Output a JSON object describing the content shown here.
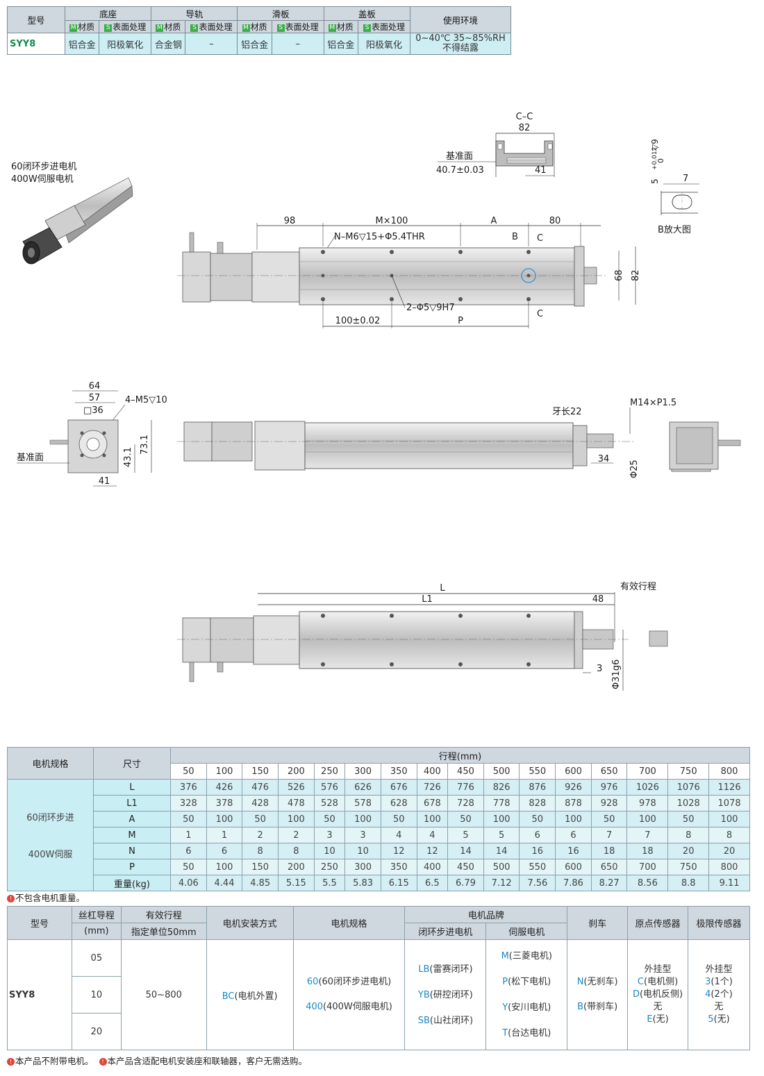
{
  "spec": {
    "h_model": "型号",
    "h_base": "底座",
    "h_rail": "导轨",
    "h_slider": "滑板",
    "h_cover": "盖板",
    "h_env": "使用环境",
    "sub_m": "材质",
    "sub_s": "表面处理",
    "badge_m": "M",
    "badge_s": "S",
    "model": "SYY8",
    "base_m": "铝合金",
    "base_s": "阳极氧化",
    "rail_m": "合金钢",
    "rail_s": "–",
    "slider_m": "铝合金",
    "slider_s": "–",
    "cover_m": "铝合金",
    "cover_s": "阳极氧化",
    "env_1": "0~40℃  35~85%RH",
    "env_2": "不得结露"
  },
  "motor_caption": {
    "line1": "60闭环步进电机",
    "line2": "400W伺服电机"
  },
  "drawing": {
    "cc_title": "C–C",
    "cc_82": "82",
    "cc_ref": "基准面",
    "cc_407": "40.7±0.03",
    "cc_41": "41",
    "b_tol": "+0.012",
    "b_zero": "0",
    "b_5": "5",
    "b_9": "▽9",
    "b_7": "7",
    "b_title": "B放大图",
    "d98": "98",
    "dMx100": "M×100",
    "dA": "A",
    "d80": "80",
    "holes": "N–M6▽15+Φ5.4THR",
    "lblB": "B",
    "lblC": "C",
    "pins": "2–Φ5▽9H7",
    "d100": "100±0.02",
    "dP": "P",
    "d68": "68",
    "d82": "82",
    "e64": "64",
    "e57": "57",
    "e36": "□36",
    "e_m5": "4–M5▽10",
    "e_ref": "基准面",
    "e431": "43.1",
    "e731": "73.1",
    "e41": "41",
    "thread": "牙长22",
    "m14": "M14×P1.5",
    "d34": "34",
    "phi25": "Φ25",
    "dL": "L",
    "dL1": "L1",
    "d48": "48",
    "eff": "有效行程",
    "d3": "3",
    "phi31": "Φ31g6"
  },
  "stroke": {
    "h_motor": "电机规格",
    "h_size": "尺寸",
    "h_stroke": "行程(mm)",
    "strokes": [
      "50",
      "100",
      "150",
      "200",
      "250",
      "300",
      "350",
      "400",
      "450",
      "500",
      "550",
      "600",
      "650",
      "700",
      "750",
      "800"
    ],
    "motor_1": "60闭环步进",
    "motor_2": "400W伺服",
    "rows": [
      {
        "key": "L",
        "values": [
          "376",
          "426",
          "476",
          "526",
          "576",
          "626",
          "676",
          "726",
          "776",
          "826",
          "876",
          "926",
          "976",
          "1026",
          "1076",
          "1126"
        ]
      },
      {
        "key": "L1",
        "values": [
          "328",
          "378",
          "428",
          "478",
          "528",
          "578",
          "628",
          "678",
          "728",
          "778",
          "828",
          "878",
          "928",
          "978",
          "1028",
          "1078"
        ]
      },
      {
        "key": "A",
        "values": [
          "50",
          "100",
          "50",
          "100",
          "50",
          "100",
          "50",
          "100",
          "50",
          "100",
          "50",
          "100",
          "50",
          "100",
          "50",
          "100"
        ]
      },
      {
        "key": "M",
        "values": [
          "1",
          "1",
          "2",
          "2",
          "3",
          "3",
          "4",
          "4",
          "5",
          "5",
          "6",
          "6",
          "7",
          "7",
          "8",
          "8"
        ]
      },
      {
        "key": "N",
        "values": [
          "6",
          "6",
          "8",
          "8",
          "10",
          "10",
          "12",
          "12",
          "14",
          "14",
          "16",
          "16",
          "18",
          "18",
          "20",
          "20"
        ]
      },
      {
        "key": "P",
        "values": [
          "50",
          "100",
          "150",
          "200",
          "250",
          "300",
          "350",
          "400",
          "450",
          "500",
          "550",
          "600",
          "650",
          "700",
          "750",
          "800"
        ]
      },
      {
        "key": "重量(kg)",
        "values": [
          "4.06",
          "4.44",
          "4.85",
          "5.15",
          "5.5",
          "5.83",
          "6.15",
          "6.5",
          "6.79",
          "7.12",
          "7.56",
          "7.86",
          "8.27",
          "8.56",
          "8.8",
          "9.11"
        ]
      }
    ],
    "note": "不包含电机重量。"
  },
  "order": {
    "h_model": "型号",
    "h_lead_1": "丝杠导程",
    "h_lead_2": "(mm)",
    "h_eff_1": "有效行程",
    "h_eff_2": "指定单位50mm",
    "h_mount": "电机安装方式",
    "h_spec": "电机规格",
    "h_brand": "电机品牌",
    "h_brand_step": "闭环步进电机",
    "h_brand_servo": "伺服电机",
    "h_brake": "刹车",
    "h_origin": "原点传感器",
    "h_limit": "极限传感器",
    "model": "SYY8",
    "lead": [
      "05",
      "10",
      "20"
    ],
    "eff": "50~800",
    "mount_code": "BC",
    "mount_desc": "(电机外置)",
    "spec": [
      {
        "code": "60",
        "desc": "(60闭环步进电机)"
      },
      {
        "code": "400",
        "desc": "(400W伺服电机)"
      }
    ],
    "step": [
      {
        "code": "LB",
        "desc": "(雷赛闭环)"
      },
      {
        "code": "YB",
        "desc": "(研控闭环)"
      },
      {
        "code": "SB",
        "desc": "(山社闭环)"
      }
    ],
    "servo": [
      {
        "code": "M",
        "desc": "(三菱电机)"
      },
      {
        "code": "P",
        "desc": "(松下电机)"
      },
      {
        "code": "Y",
        "desc": "(安川电机)"
      },
      {
        "code": "T",
        "desc": "(台达电机)"
      }
    ],
    "brake": [
      {
        "code": "N",
        "desc": "(无刹车)"
      },
      {
        "code": "B",
        "desc": "(带刹车)"
      }
    ],
    "origin": {
      "title": "外挂型",
      "c": "C",
      "c_desc": "(电机侧)",
      "d": "D",
      "d_desc": "(电机反侧)",
      "none": "无",
      "e": "E",
      "e_desc": "(无)"
    },
    "limit": {
      "title": "外挂型",
      "a": "3",
      "a_desc": "(1个)",
      "b": "4",
      "b_desc": "(2个)",
      "none": "无",
      "c": "5",
      "c_desc": "(无)"
    },
    "note_1": "本产品不附带电机。",
    "note_2": "本产品含适配电机安装座和联轴器，客户无需选购。",
    "note_mark": "!"
  }
}
